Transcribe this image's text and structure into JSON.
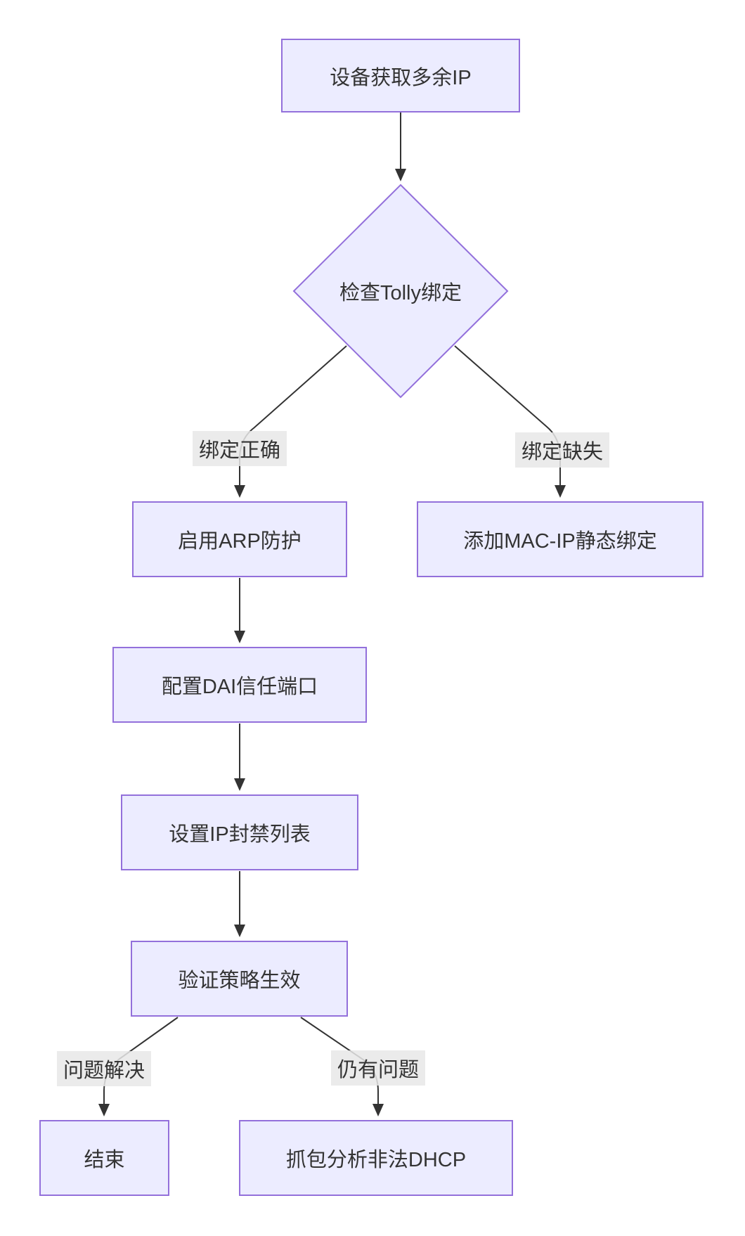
{
  "diagram": {
    "type": "flowchart",
    "direction": "top-down",
    "colors": {
      "node_fill": "#ECECFF",
      "node_border": "#9370DB",
      "edge_color": "#333333",
      "edge_label_bg": "#e8e8e8",
      "text_color": "#333333",
      "background": "#ffffff"
    },
    "nodes": [
      {
        "id": "start",
        "shape": "rect",
        "label": "设备获取多余IP"
      },
      {
        "id": "check",
        "shape": "diamond",
        "label": "检查Tolly绑定"
      },
      {
        "id": "arp",
        "shape": "rect",
        "label": "启用ARP防护"
      },
      {
        "id": "mac",
        "shape": "rect",
        "label": "添加MAC-IP静态绑定"
      },
      {
        "id": "dai",
        "shape": "rect",
        "label": "配置DAI信任端口"
      },
      {
        "id": "ban",
        "shape": "rect",
        "label": "设置IP封禁列表"
      },
      {
        "id": "verify",
        "shape": "rect",
        "label": "验证策略生效"
      },
      {
        "id": "end",
        "shape": "rect",
        "label": "结束"
      },
      {
        "id": "capture",
        "shape": "rect",
        "label": "抓包分析非法DHCP"
      }
    ],
    "edges": [
      {
        "from": "start",
        "to": "check",
        "label": ""
      },
      {
        "from": "check",
        "to": "arp",
        "label": "绑定正确"
      },
      {
        "from": "check",
        "to": "mac",
        "label": "绑定缺失"
      },
      {
        "from": "arp",
        "to": "dai",
        "label": ""
      },
      {
        "from": "dai",
        "to": "ban",
        "label": ""
      },
      {
        "from": "ban",
        "to": "verify",
        "label": ""
      },
      {
        "from": "verify",
        "to": "end",
        "label": "问题解决"
      },
      {
        "from": "verify",
        "to": "capture",
        "label": "仍有问题"
      }
    ]
  }
}
